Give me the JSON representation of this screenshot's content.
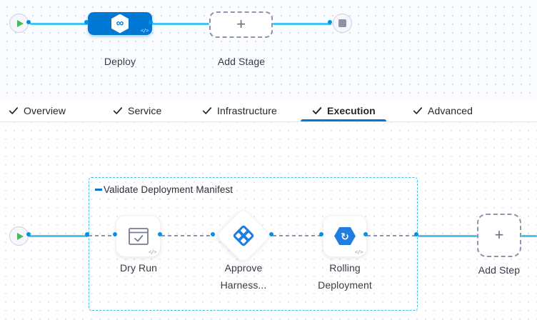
{
  "colors": {
    "primary_blue": "#0278D5",
    "connector_blue": "#45C4F4",
    "port_ring_blue": "#0092E4",
    "dashed_gray": "#9293AB",
    "group_border_cyan": "#3FC0E8",
    "play_green": "#4DB75C",
    "stop_gray": "#8E90A5"
  },
  "icons": {
    "infinity": "∞",
    "code": "</>",
    "plus": "+",
    "rolling_arrow": "↻"
  },
  "stage_pipeline": {
    "deploy_label": "Deploy",
    "add_stage_label": "Add Stage"
  },
  "tabs": [
    {
      "label": "Overview",
      "checked": true,
      "active": false
    },
    {
      "label": "Service",
      "checked": true,
      "active": false
    },
    {
      "label": "Infrastructure",
      "checked": true,
      "active": false
    },
    {
      "label": "Execution",
      "checked": true,
      "active": true
    },
    {
      "label": "Advanced",
      "checked": true,
      "active": false
    }
  ],
  "execution": {
    "group_label": "Validate Deployment Manifest",
    "steps": [
      {
        "label": "Dry Run"
      },
      {
        "label": "Approve Harness..."
      },
      {
        "label": "Rolling Deployment"
      }
    ],
    "add_step_label": "Add Step"
  }
}
